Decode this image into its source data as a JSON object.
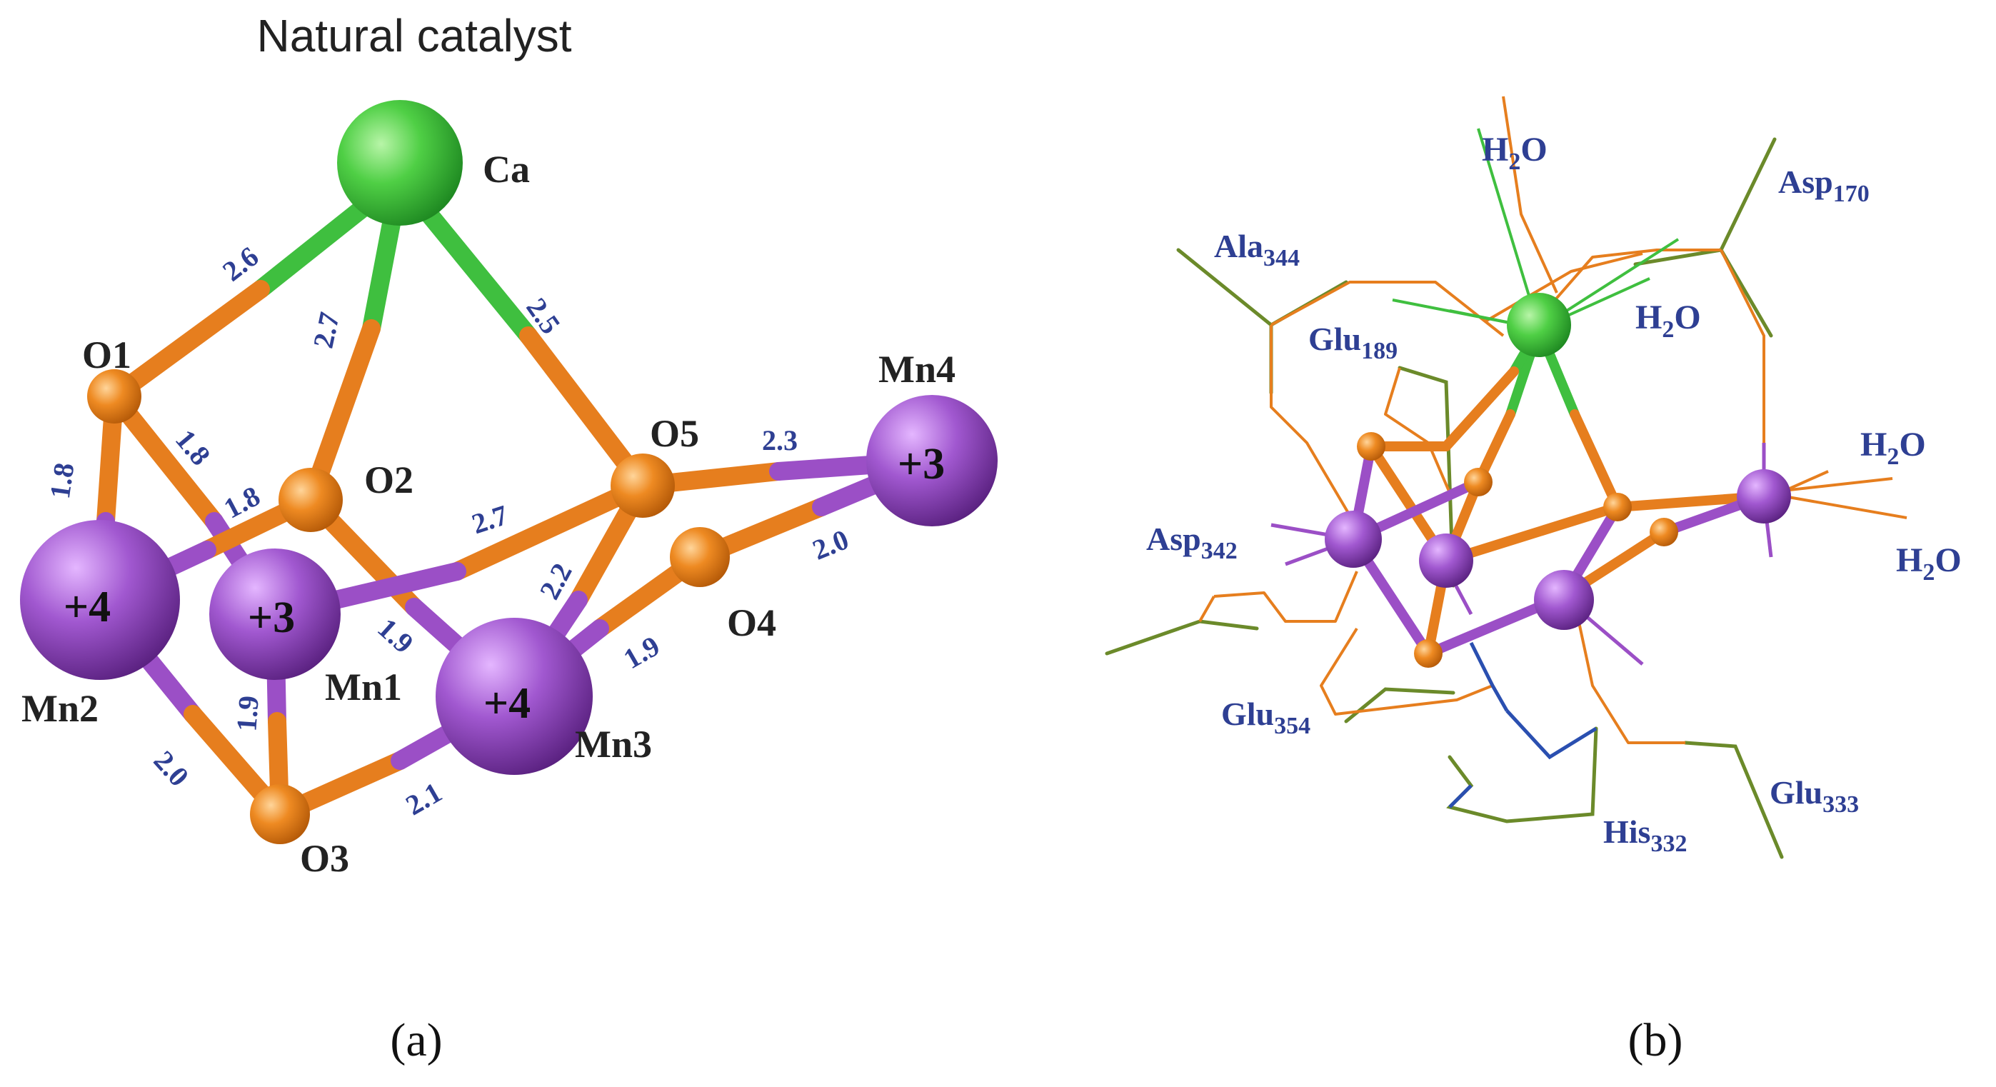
{
  "panel_a": {
    "title": "Natural catalyst",
    "caption": "(a)",
    "atoms": {
      "ca": "Ca",
      "o1": "O1",
      "o2": "O2",
      "o3": "O3",
      "o4": "O4",
      "o5": "O5",
      "mn1": "Mn1",
      "mn2": "Mn2",
      "mn3": "Mn3",
      "mn4": "Mn4"
    },
    "oxidation_states": {
      "mn1": "+3",
      "mn2": "+4",
      "mn3": "+4",
      "mn4": "+3"
    },
    "bond_lengths": [
      {
        "bond": "Ca-O1",
        "value": "2.6"
      },
      {
        "bond": "Ca-O2",
        "value": "2.7"
      },
      {
        "bond": "Ca-O5",
        "value": "2.5"
      },
      {
        "bond": "O5-Mn4",
        "value": "2.3"
      },
      {
        "bond": "O1-Mn2",
        "value": "1.8"
      },
      {
        "bond": "O1-Mn1",
        "value": "1.8"
      },
      {
        "bond": "O2-Mn2",
        "value": "1.8"
      },
      {
        "bond": "O5-Mn1",
        "value": "2.7"
      },
      {
        "bond": "O5-Mn3",
        "value": "2.2"
      },
      {
        "bond": "O4-Mn4",
        "value": "2.0"
      },
      {
        "bond": "O2-Mn3",
        "value": "1.9"
      },
      {
        "bond": "O4-Mn3",
        "value": "1.9"
      },
      {
        "bond": "Mn1-O3",
        "value": "1.9"
      },
      {
        "bond": "Mn2-O3",
        "value": "2.0"
      },
      {
        "bond": "O3-Mn3",
        "value": "2.1"
      }
    ],
    "colors": {
      "ca": "#3fbf3f",
      "oxygen": "#e67e1e",
      "manganese": "#9b4fc6",
      "bond_label": "#2e3f93"
    }
  },
  "panel_b": {
    "caption": "(b)",
    "residues": [
      {
        "name": "Ala",
        "sub": "344"
      },
      {
        "name": "Glu",
        "sub": "189"
      },
      {
        "name": "Asp",
        "sub": "170"
      },
      {
        "name": "Asp",
        "sub": "342"
      },
      {
        "name": "Glu",
        "sub": "354"
      },
      {
        "name": "His",
        "sub": "332"
      },
      {
        "name": "Glu",
        "sub": "333"
      }
    ],
    "waters": [
      {
        "h": "H",
        "sub": "2",
        "o": "O"
      },
      {
        "h": "H",
        "sub": "2",
        "o": "O"
      },
      {
        "h": "H",
        "sub": "2",
        "o": "O"
      },
      {
        "h": "H",
        "sub": "2",
        "o": "O"
      }
    ],
    "colors": {
      "label": "#2e3f93",
      "backbone": "#6b8a2a",
      "nitrogen": "#2a4fb0"
    }
  }
}
